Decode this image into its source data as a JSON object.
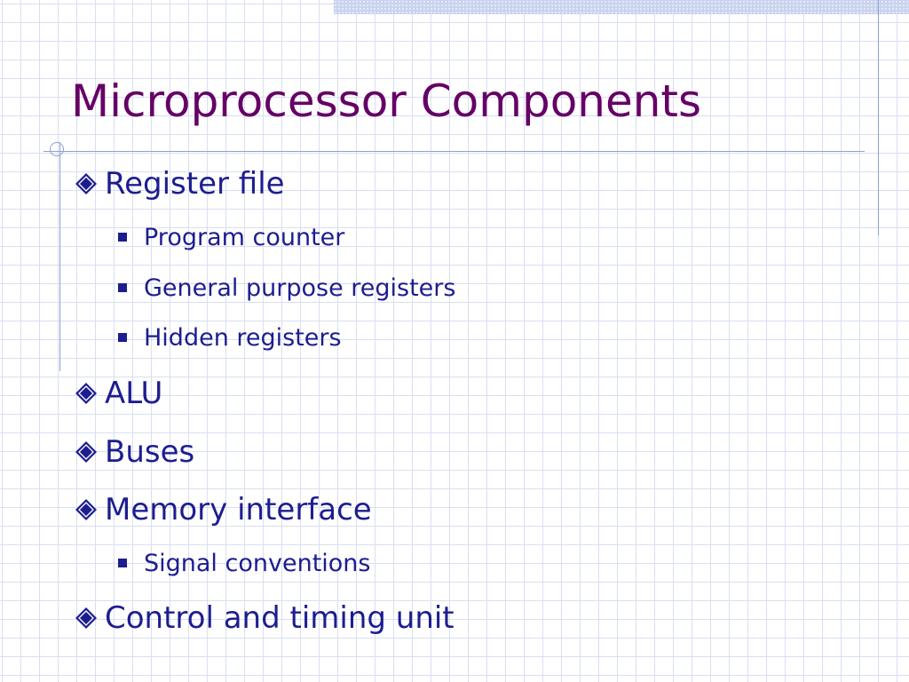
{
  "slide": {
    "title": "Microprocessor Components",
    "colors": {
      "title": "#660066",
      "text": "#1d1d8f",
      "grid": "#d9dff0",
      "accent": "#8ea0d4"
    },
    "items": [
      {
        "label": "Register file",
        "level": 1,
        "bullet": "diamond-icon"
      },
      {
        "label": "Program counter",
        "level": 2,
        "bullet": "square-bullet-icon"
      },
      {
        "label": "General purpose registers",
        "level": 2,
        "bullet": "square-bullet-icon"
      },
      {
        "label": "Hidden registers",
        "level": 2,
        "bullet": "square-bullet-icon"
      },
      {
        "label": "ALU",
        "level": 1,
        "bullet": "diamond-icon"
      },
      {
        "label": "Buses",
        "level": 1,
        "bullet": "diamond-icon"
      },
      {
        "label": "Memory interface",
        "level": 1,
        "bullet": "diamond-icon"
      },
      {
        "label": "Signal conventions",
        "level": 2,
        "bullet": "square-bullet-icon"
      },
      {
        "label": "Control and timing unit",
        "level": 1,
        "bullet": "diamond-icon"
      }
    ]
  }
}
